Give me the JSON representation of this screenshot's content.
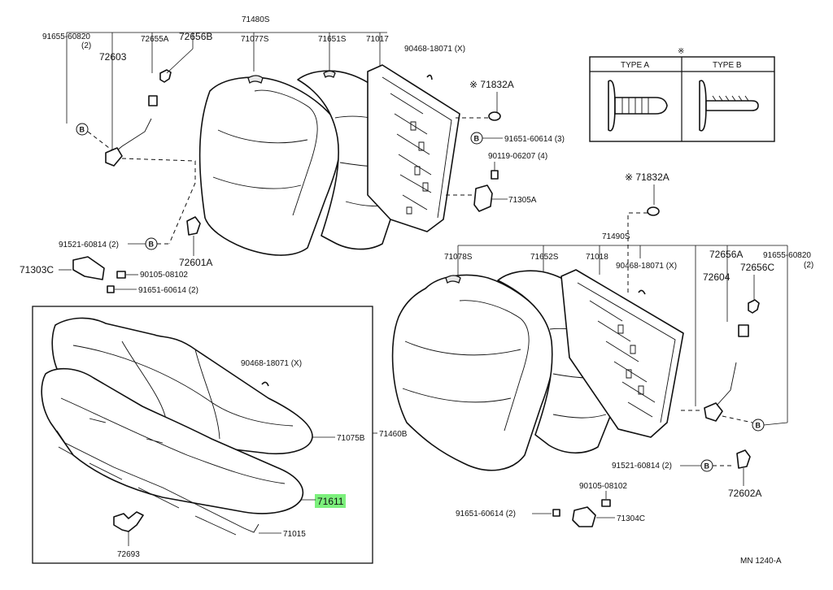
{
  "diagram": {
    "page_code": "MN 1240-A",
    "note_mark": "※",
    "upper_back": {
      "assembly": "71480S",
      "left_labels": [
        "91655-60820",
        "(2)",
        "72603",
        "72655A",
        "72656B",
        "71077S",
        "71651S",
        "71017",
        "90468-18071 (X)"
      ],
      "clip_718": "※ 71832A",
      "bolt_a": "91651-60614 (3)",
      "bolt_b": "90119-06207 (4)",
      "hinge": "71305A",
      "lower_left": [
        "91521-60814 (2)",
        "72601A",
        "71303C",
        "90105-08102",
        "91651-60614 (2)"
      ]
    },
    "lower_back": {
      "assembly": "71490S",
      "clip_718": "※ 71832A",
      "labels": [
        "71078S",
        "71652S",
        "71018",
        "90468-18071 (X)",
        "72656A",
        "72656C",
        "91655-60820",
        "(2)",
        "72604"
      ],
      "lower_right": [
        "91521-60814 (2)",
        "72602A",
        "90105-08102",
        "91651-60614 (2)",
        "71304C"
      ]
    },
    "cushion": {
      "assembly": "71460B",
      "labels": [
        "90468-18071 (X)",
        "71075B",
        "71015",
        "72693"
      ],
      "highlight": "71611"
    },
    "clip_types": {
      "title_mark": "※",
      "type_a": "TYPE  A",
      "type_b": "TYPE  B"
    },
    "callout_letter": "B",
    "colors": {
      "highlight": "#7cf07c",
      "ink": "#111111"
    }
  }
}
